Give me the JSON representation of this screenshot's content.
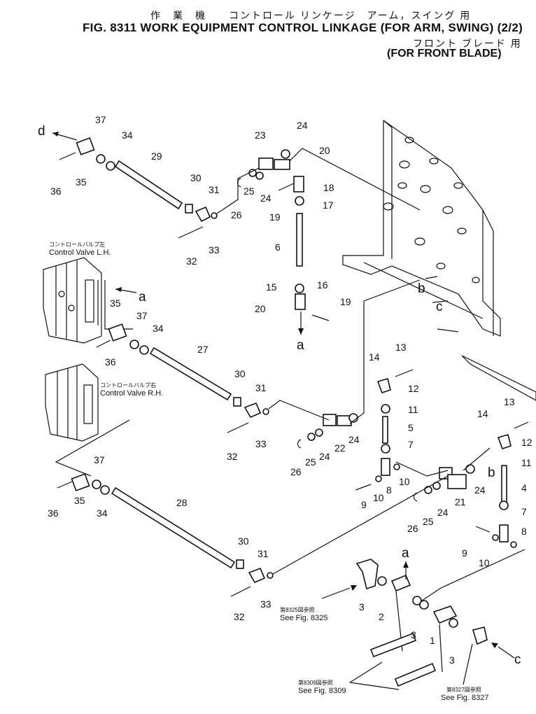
{
  "header": {
    "jp_line1": "作　業　機　　コントロール リンケージ　アーム，スイング 用",
    "title": "FIG. 8311  WORK EQUIPMENT CONTROL LINKAGE (FOR ARM, SWING) (2/2)",
    "jp_line2": "フロント ブレード 用",
    "subtitle": "(FOR FRONT BLADE)"
  },
  "labels": {
    "control_valve_lh_jp": "コントロールバルブ左",
    "control_valve_lh": "Control Valve L.H.",
    "control_valve_rh_jp": "コントロールバルブ右",
    "control_valve_rh": "Control Valve R.H.",
    "ref_8325_jp": "第8325図参照",
    "ref_8325": "See Fig. 8325",
    "ref_8309_jp": "第8309図参照",
    "ref_8309": "See Fig. 8309",
    "ref_8327_jp": "第8327図参照",
    "ref_8327": "See Fig. 8327"
  },
  "letters": {
    "a": "a",
    "b": "b",
    "c": "c",
    "d": "d"
  },
  "parts": {
    "p1": "1",
    "p2": "2",
    "p3": "3",
    "p4": "4",
    "p5": "5",
    "p6": "6",
    "p7": "7",
    "p8": "8",
    "p9": "9",
    "p10": "10",
    "p11": "11",
    "p12": "12",
    "p13": "13",
    "p14": "14",
    "p15": "15",
    "p16": "16",
    "p17": "17",
    "p18": "18",
    "p19": "19",
    "p20": "20",
    "p21": "21",
    "p22": "22",
    "p23": "23",
    "p24": "24",
    "p25": "25",
    "p26": "26",
    "p27": "27",
    "p28": "28",
    "p29": "29",
    "p30": "30",
    "p31": "31",
    "p32": "32",
    "p33": "33",
    "p34": "34",
    "p35": "35",
    "p36": "36",
    "p37": "37"
  }
}
